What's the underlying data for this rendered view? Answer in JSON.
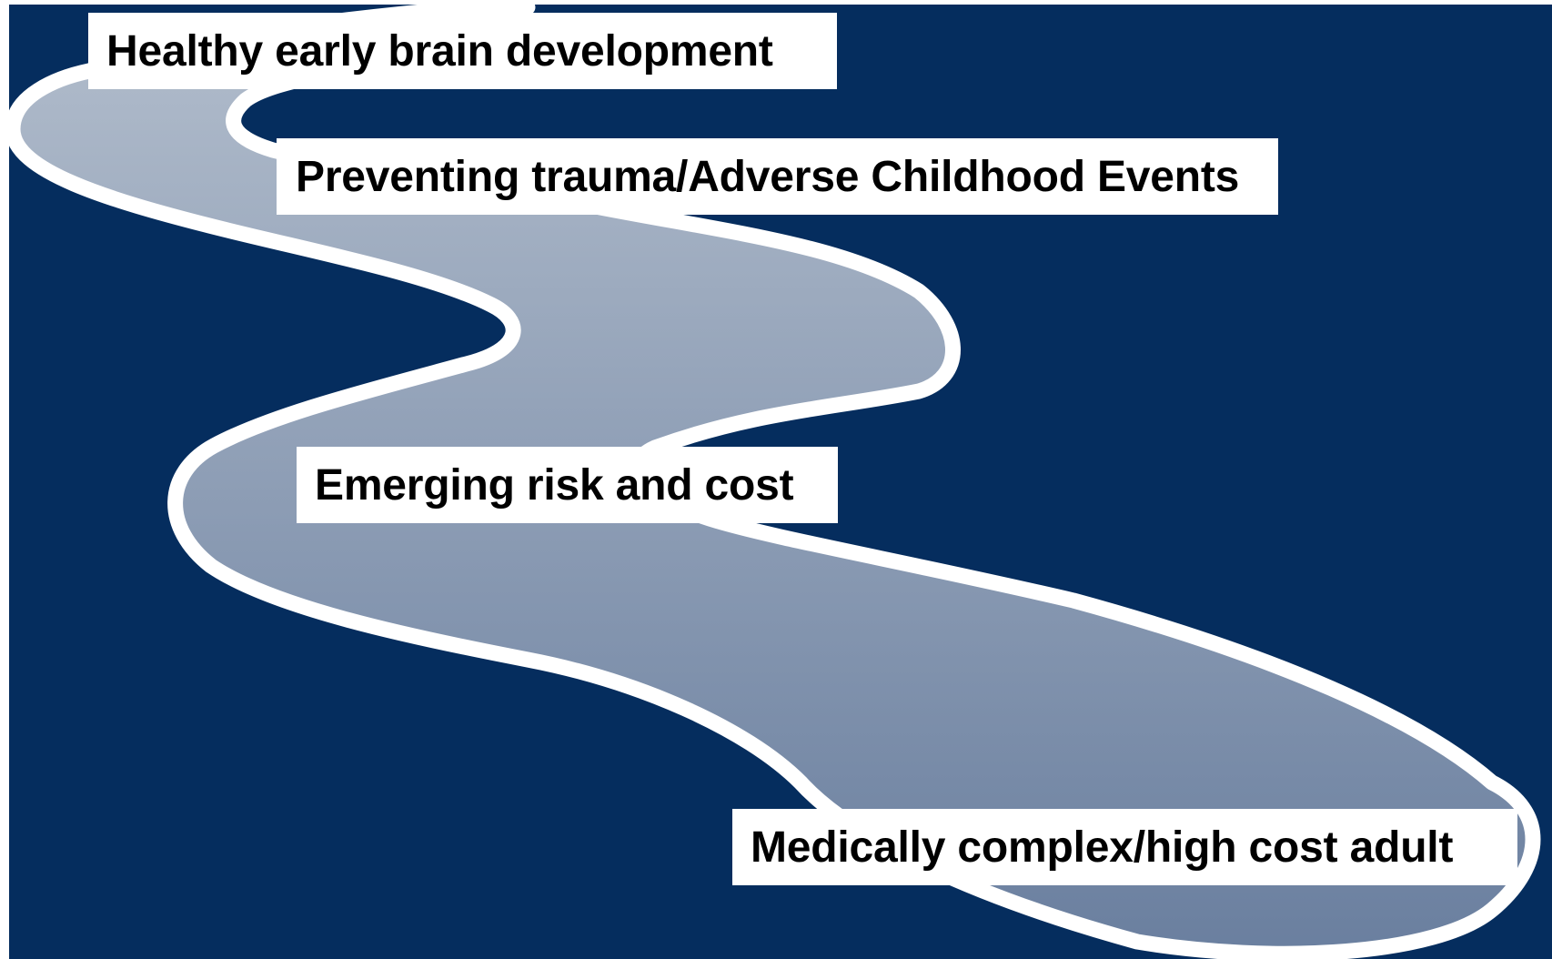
{
  "colors": {
    "background": "#052d5e",
    "road_top": "#b2bdcc",
    "road_bottom": "#6a7f9f",
    "road_outline": "#ffffff",
    "label_background": "#ffffff",
    "label_text": "#000000"
  },
  "stages": [
    {
      "label": "Healthy early brain development"
    },
    {
      "label": "Preventing trauma/Adverse Childhood Events"
    },
    {
      "label": "Emerging risk and cost"
    },
    {
      "label": "Medically complex/high cost adult"
    }
  ]
}
